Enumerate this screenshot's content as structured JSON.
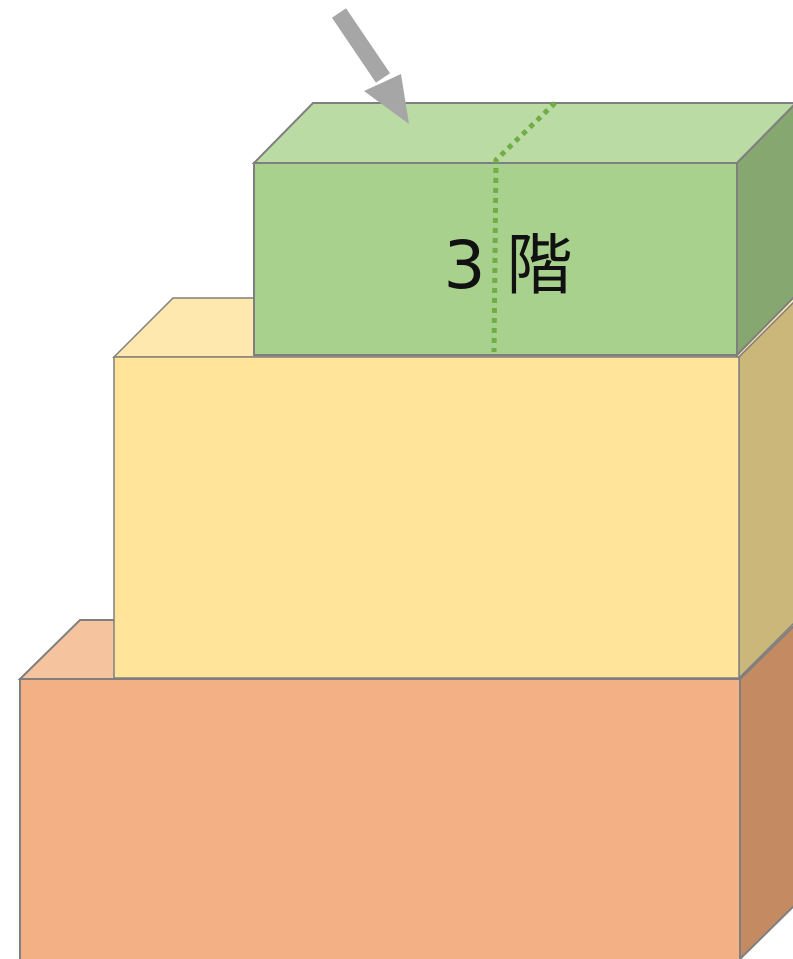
{
  "floors": [
    {
      "level": 1,
      "label": "",
      "colors": {
        "front": "#f3b084",
        "top": "#f5c39e",
        "side": "#c48a62"
      }
    },
    {
      "level": 2,
      "label": "",
      "colors": {
        "front": "#ffe499",
        "top": "#ffe8ad",
        "side": "#ccb77a"
      }
    },
    {
      "level": 3,
      "label": "3 階",
      "colors": {
        "front": "#a9d18e",
        "top": "#badba4",
        "side": "#87a771"
      }
    }
  ],
  "outline_color": "#7f7f7f",
  "divider": {
    "style": "dotted",
    "color": "#70ad47"
  },
  "pointer": {
    "icon": "arrow-down-right-icon",
    "color": "#a6a6a6",
    "target_floor": 3
  }
}
